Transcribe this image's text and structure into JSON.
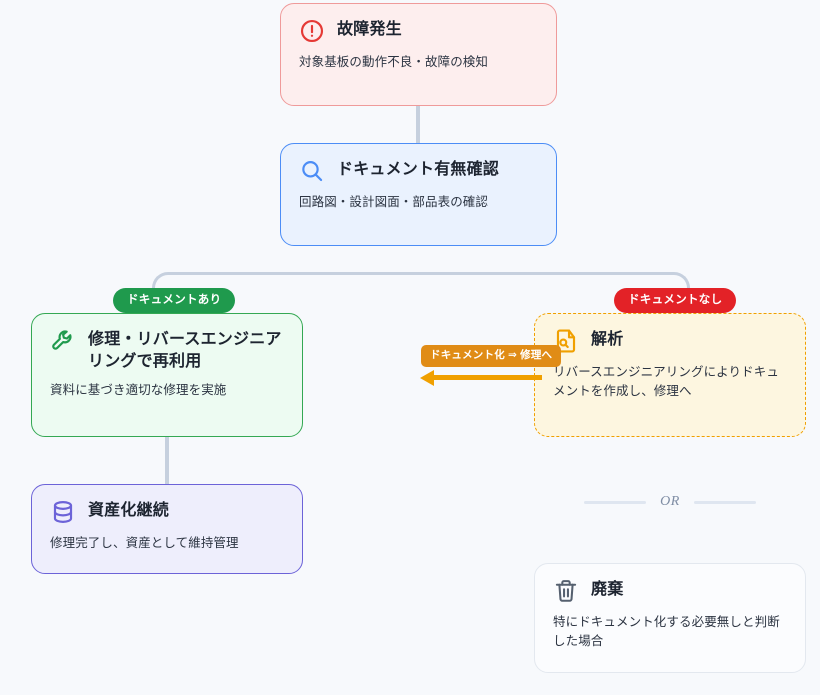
{
  "diagram": {
    "type": "flowchart",
    "background_color": "#f7f9fc",
    "nodes": [
      {
        "id": "fault",
        "icon": "alert-circle-icon",
        "title": "故障発生",
        "desc": "対象基板の動作不良・故障の検知",
        "accent": "#e53935",
        "fill": "#fdeeee"
      },
      {
        "id": "docs-check",
        "icon": "search-icon",
        "title": "ドキュメント有無確認",
        "desc": "回路図・設計図面・部品表の確認",
        "accent": "#4c8df6",
        "fill": "#eaf2fe"
      },
      {
        "id": "repair",
        "icon": "wrench-icon",
        "title": "修理・リバースエンジニアリングで再利用",
        "desc": "資料に基づき適切な修理を実施",
        "accent": "#34a853",
        "fill": "#edfbf2"
      },
      {
        "id": "asset",
        "icon": "database-icon",
        "title": "資産化継続",
        "desc": "修理完了し、資産として維持管理",
        "accent": "#6c63d8",
        "fill": "#eeeefc"
      },
      {
        "id": "analysis",
        "icon": "file-search-icon",
        "title": "解析",
        "desc": "リバースエンジニアリングによりドキュメントを作成し、修理へ",
        "accent": "#f0a000",
        "fill": "#fdf6e0"
      },
      {
        "id": "discard",
        "icon": "trash-icon",
        "title": "廃棄",
        "desc": "特にドキュメント化する必要無しと判断した場合",
        "accent": "#55606f",
        "fill": "#fbfcfe"
      }
    ],
    "branch_labels": [
      {
        "id": "yes",
        "text": "ドキュメントあり",
        "color": "#1f9a4d"
      },
      {
        "id": "no",
        "text": "ドキュメントなし",
        "color": "#e32227"
      }
    ],
    "feedback_edge": {
      "label": "ドキュメント化 ⇒ 修理へ",
      "color": "#f0a000",
      "direction": "right-to-left"
    },
    "or_divider": {
      "text": "OR",
      "color": "#7f8da4"
    },
    "connector_color": "#c6d0de"
  }
}
